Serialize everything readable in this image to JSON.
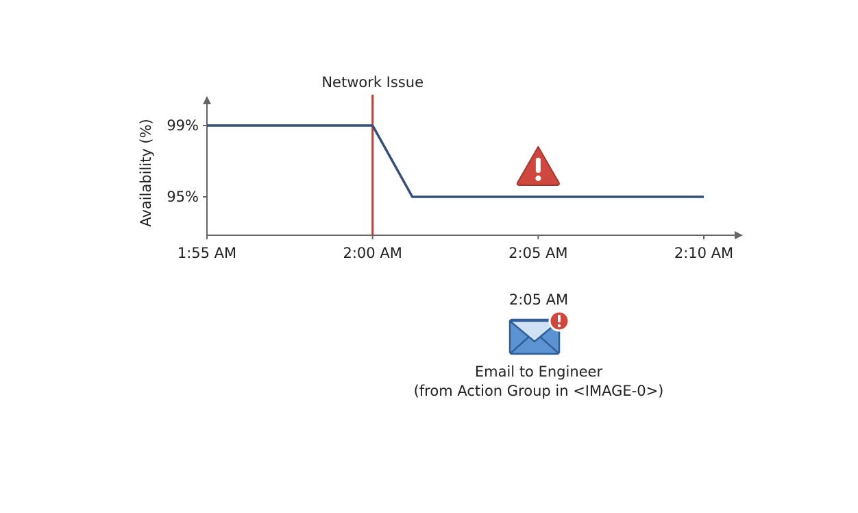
{
  "chart_data": {
    "type": "line",
    "xlabel": "",
    "ylabel": "Availability (%)",
    "x_ticks": [
      "1:55 AM",
      "2:00 AM",
      "2:05 AM",
      "2:10 AM"
    ],
    "y_ticks": [
      "95%",
      "99%"
    ],
    "series": [
      {
        "points": [
          {
            "x_min": 0,
            "y": 99
          },
          {
            "x_min": 5,
            "y": 99
          },
          {
            "x_min": 6.2,
            "y": 95
          },
          {
            "x_min": 15,
            "y": 95
          }
        ],
        "color": "#34507a"
      }
    ],
    "event_marker": {
      "label": "Network Issue",
      "x_min": 5,
      "color": "#b5443a"
    },
    "alert_icon": {
      "name": "warning-triangle-icon",
      "x_min": 10,
      "color": "#d0473d"
    },
    "grid": false
  },
  "notification": {
    "time": "2:05 AM",
    "icon": "email-alert-icon",
    "line1": "Email to Engineer",
    "line2": "(from Action Group in <IMAGE-0>)",
    "envelope_color": "#5b93d3",
    "badge_color": "#d0473d"
  }
}
